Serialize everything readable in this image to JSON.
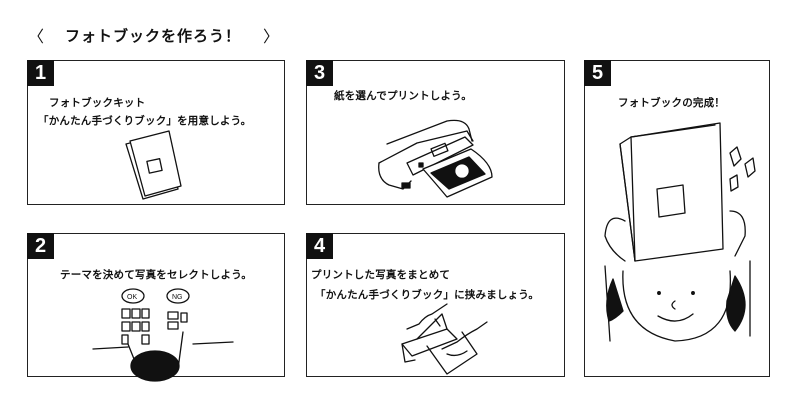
{
  "header": {
    "prev_icon": "chevron-left-icon",
    "prev_glyph": "〈",
    "title": "フォトブックを作ろう！",
    "next_icon": "chevron-right-icon",
    "next_glyph": "〉"
  },
  "steps": [
    {
      "number": "1",
      "lines": [
        "フォトブックキット",
        "「かんたん手づくりブック」を用意しよう。"
      ],
      "illustration": "closed-photobook"
    },
    {
      "number": "2",
      "lines": [
        "テーマを決めて写真をセレクトしよう。"
      ],
      "illustration": "person-sorting-photos",
      "labels": {
        "ok": "OK",
        "ng": "NG"
      }
    },
    {
      "number": "3",
      "lines": [
        "紙を選んでプリントしよう。"
      ],
      "illustration": "printer-printing-photo"
    },
    {
      "number": "4",
      "lines": [
        "プリントした写真をまとめて",
        "「かんたん手づくりブック」に挟みましょう。"
      ],
      "illustration": "hands-inserting-photos"
    },
    {
      "number": "5",
      "lines": [
        "フォトブックの完成！"
      ],
      "illustration": "person-holding-photobook"
    }
  ]
}
